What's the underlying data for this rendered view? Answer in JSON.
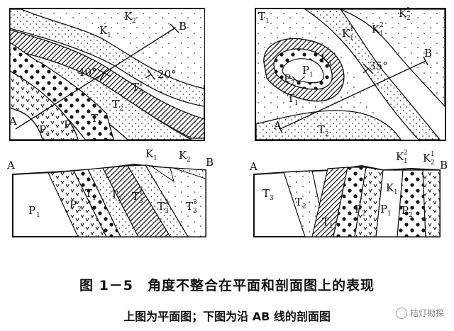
{
  "panels": {
    "top_left": {
      "labels": {
        "A": "A",
        "B": "B",
        "K2": "K",
        "K2_sub": "2",
        "K1": "K",
        "K1_sub": "1",
        "T3": "T",
        "T3_sub": "3",
        "T3_sup": "1",
        "T2": "T",
        "T2_sub": "2",
        "T1": "T",
        "T1_sub": "1",
        "P1": "P",
        "P1_sub": "1",
        "P2": "P",
        "P2_sub": "2",
        "dip1": "40°",
        "dip2": "20°"
      }
    },
    "top_right": {
      "labels": {
        "T1": "T",
        "T1_sub": "1",
        "K1": "K",
        "K1_sub": "1",
        "K1_sup": "1",
        "K2": "K",
        "K2_sub": "1",
        "K2_sup": "2",
        "Ktop": "K",
        "Ktop_sub": "2",
        "Ktop_sup": "2",
        "Kin": "K",
        "Kin_sub": "1",
        "P1": "P",
        "P1_sub": "1",
        "P2": "P",
        "P2_sub": "2",
        "T1b": "T",
        "T1b_sub": "1",
        "dip": "35°",
        "A": "A",
        "B": "B",
        "T2": "T",
        "T2_sub": "2"
      }
    },
    "bottom_left": {
      "labels": {
        "A": "A",
        "B": "B",
        "K1": "K",
        "K1_sub": "1",
        "K2": "K",
        "K2_sub": "2",
        "P1": "P",
        "P1_sub": "1",
        "P2": "P",
        "P2_sub": "2",
        "T1": "T",
        "T1_sub": "1",
        "T2": "T",
        "T2_sub": "2",
        "T3a": "T",
        "T3a_sub": "3",
        "T3a_sup": "1",
        "T3b": "T",
        "T3b_sub": "3",
        "T3b_sup": "2",
        "T3c": "T",
        "T3c_sub": "3",
        "T3c_sup": "3"
      }
    },
    "bottom_right": {
      "labels": {
        "A": "A",
        "B": "B",
        "K1": "K",
        "K1_sub": "1",
        "K1_sup": "2",
        "K2": "K",
        "K2_sub": "2",
        "K2_sup": "1",
        "T3": "T",
        "T3_sub": "3",
        "T2": "T",
        "T2_sub": "2",
        "T1": "T",
        "T1_sub": "1",
        "P2": "P",
        "P2_sub": "2",
        "P1": "P",
        "P1_sub": "1",
        "P2b": "P",
        "P2b_sub": "2",
        "Kx": "K",
        "Kx_sub": "1"
      }
    }
  },
  "caption": {
    "title": "图 1－5　角度不整合在平面和剖面图上的表现",
    "subtitle": "上图为平面图；下图为沿 AB 线的剖面图"
  },
  "watermark": {
    "text": "桔灯勘探"
  }
}
